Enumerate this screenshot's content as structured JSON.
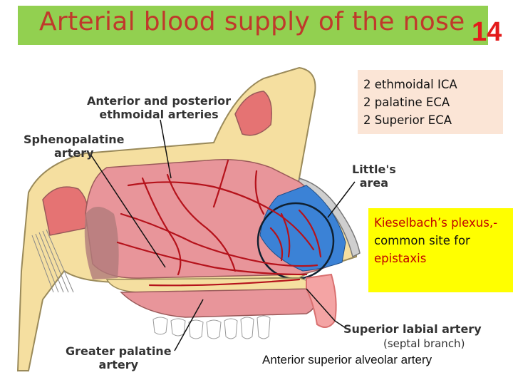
{
  "title": "Arterial blood supply of the nose",
  "slide_number": "14",
  "info_box": {
    "lines": [
      "2 ethmoidal ICA",
      "2 palatine ECA",
      "2 Superior ECA"
    ]
  },
  "callout": {
    "term": "Kieselbach’s plexus,-",
    "rest": "common site for",
    "keyword": "epistaxis"
  },
  "labels": {
    "ethmoidal_line1": "Anterior and posterior",
    "ethmoidal_line2": "ethmoidal arteries",
    "sphenopalatine_line1": "Sphenopalatine",
    "sphenopalatine_line2": "artery",
    "littles_line1": "Little's",
    "littles_line2": "area",
    "superior_labial": "Superior labial artery",
    "septal_branch": "(septal branch)",
    "greater_palatine_line1": "Greater palatine",
    "greater_palatine_line2": "artery"
  },
  "caption": "Anterior superior alveolar artery",
  "colors": {
    "title_bar": "#92d050",
    "title_text": "#c0392b",
    "slide_number": "#e31b1b",
    "info_box": "#fbe5d6",
    "callout_box": "#ffff00",
    "septum": "#e8959a",
    "artery": "#b5121b",
    "littles_area": "#3b82d6",
    "bone": "#f5dfa0"
  }
}
